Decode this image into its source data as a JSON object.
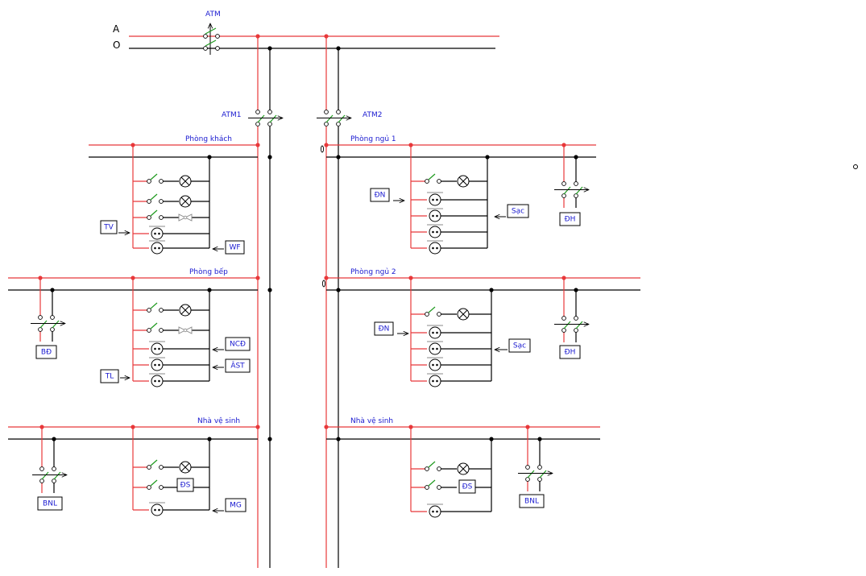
{
  "colors": {
    "phase": "#e8383a",
    "neutral": "#000000",
    "label": "#1a1ad0",
    "switch_lever": "#1f9a1f"
  },
  "main": {
    "phase_label": "A",
    "neutral_label": "O",
    "breaker_label": "ATM"
  },
  "breakers": {
    "left": "ATM1",
    "right": "ATM2"
  },
  "rooms": {
    "living": {
      "title": "Phòng khách",
      "tv": "TV",
      "wf": "WF"
    },
    "bedroom1": {
      "title": "Phòng ngủ 1",
      "dn": "ĐN",
      "sac": "Sạc",
      "dh": "ĐH"
    },
    "kitchen": {
      "title": "Phòng bếp",
      "bd": "BĐ",
      "ncd": "NCĐ",
      "ast": "ÂST",
      "tl": "TL"
    },
    "bedroom2": {
      "title": "Phòng ngủ 2",
      "dn": "ĐN",
      "sac": "Sạc",
      "dh": "ĐH"
    },
    "wc_left": {
      "title": "Nhà vệ sinh",
      "bnl": "BNL",
      "ds": "ĐS",
      "mg": "MG"
    },
    "wc_right": {
      "title": "Nhà vệ sinh",
      "bnl": "BNL",
      "ds": "ĐS"
    }
  }
}
